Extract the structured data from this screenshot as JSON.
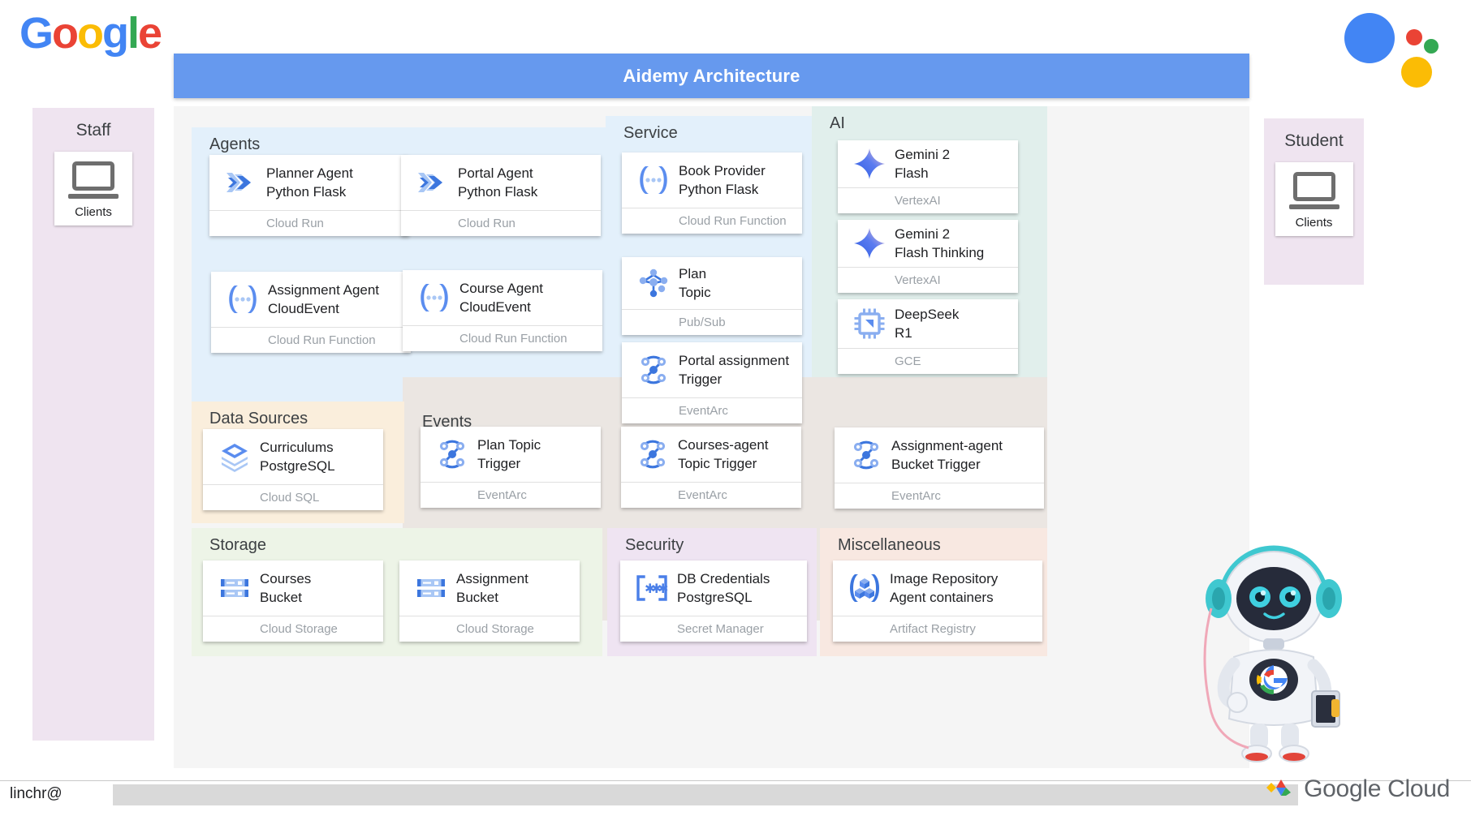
{
  "brand": {
    "google_logo_letters": [
      "G",
      "o",
      "o",
      "g",
      "l",
      "e"
    ],
    "assistant_icon": "google-assistant-dots",
    "cloud_logo_text": "Google Cloud"
  },
  "header": {
    "title": "Aidemy Architecture",
    "accent_color": "#6699EE"
  },
  "staff_panel": {
    "title": "Staff",
    "card_label": "Clients",
    "icon": "laptop-icon",
    "bg": "#EFE4F0"
  },
  "student_panel": {
    "title": "Student",
    "card_label": "Clients",
    "icon": "laptop-icon",
    "bg": "#EFE4F0"
  },
  "groups": {
    "agents": {
      "title": "Agents",
      "bg": "#E3F0FB"
    },
    "service": {
      "title": "Service",
      "bg": "#E3F0FB"
    },
    "ai": {
      "title": "AI",
      "bg": "#E1EFEC"
    },
    "data": {
      "title": "Data Sources",
      "bg": "#FAEEDC"
    },
    "events": {
      "title": "Events",
      "bg": "#EBE6E2"
    },
    "storage": {
      "title": "Storage",
      "bg": "#EDF4E7"
    },
    "security": {
      "title": "Security",
      "bg": "#EFE4F2"
    },
    "misc": {
      "title": "Miscellaneous",
      "bg": "#F8E8E1"
    }
  },
  "cards": {
    "planner_agent": {
      "l1": "Planner Agent",
      "l2": "Python Flask",
      "sub": "Cloud Run",
      "icon": "cloud-run-icon"
    },
    "portal_agent": {
      "l1": "Portal Agent",
      "l2": "Python Flask",
      "sub": "Cloud Run",
      "icon": "cloud-run-icon"
    },
    "assignment_agent": {
      "l1": "Assignment Agent",
      "l2": "CloudEvent",
      "sub": "Cloud Run Function",
      "icon": "cloud-run-function-icon"
    },
    "course_agent": {
      "l1": "Course Agent",
      "l2": "CloudEvent",
      "sub": "Cloud Run Function",
      "icon": "cloud-run-function-icon"
    },
    "book_provider": {
      "l1": "Book Provider",
      "l2": "Python Flask",
      "sub": "Cloud Run Function",
      "icon": "cloud-run-function-icon"
    },
    "gemini_flash": {
      "l1": "Gemini 2",
      "l2": "Flash",
      "sub": "VertexAI",
      "icon": "gemini-spark-icon"
    },
    "gemini_thinking": {
      "l1": "Gemini 2",
      "l2": "Flash Thinking",
      "sub": "VertexAI",
      "icon": "gemini-spark-icon"
    },
    "deepseek": {
      "l1": "DeepSeek",
      "l2": "R1",
      "sub": "GCE",
      "icon": "cpu-chip-icon"
    },
    "plan_topic": {
      "l1": "Plan",
      "l2": "Topic",
      "sub": "Pub/Sub",
      "icon": "pubsub-icon"
    },
    "portal_assignment_trigger": {
      "l1": "Portal assignment",
      "l2": "Trigger",
      "sub": "EventArc",
      "icon": "eventarc-icon"
    },
    "plan_topic_trigger": {
      "l1": "Plan Topic",
      "l2": "Trigger",
      "sub": "EventArc",
      "icon": "eventarc-icon"
    },
    "courses_agent_trigger": {
      "l1": "Courses-agent",
      "l2": "Topic Trigger",
      "sub": "EventArc",
      "icon": "eventarc-icon"
    },
    "assignment_agent_trigger": {
      "l1": "Assignment-agent",
      "l2": "Bucket Trigger",
      "sub": "EventArc",
      "icon": "eventarc-icon"
    },
    "curriculums": {
      "l1": "Curriculums",
      "l2": "PostgreSQL",
      "sub": "Cloud SQL",
      "icon": "cloud-sql-icon"
    },
    "courses_bucket": {
      "l1": "Courses",
      "l2": "Bucket",
      "sub": "Cloud Storage",
      "icon": "cloud-storage-icon"
    },
    "assignment_bucket": {
      "l1": "Assignment",
      "l2": "Bucket",
      "sub": "Cloud Storage",
      "icon": "cloud-storage-icon"
    },
    "db_credentials": {
      "l1": "DB Credentials",
      "l2": "PostgreSQL",
      "sub": "Secret Manager",
      "icon": "secret-manager-icon"
    },
    "image_repository": {
      "l1": "Image Repository",
      "l2": "Agent containers",
      "sub": "Artifact Registry",
      "icon": "artifact-registry-icon"
    }
  },
  "footer": {
    "user": "linchr@"
  }
}
